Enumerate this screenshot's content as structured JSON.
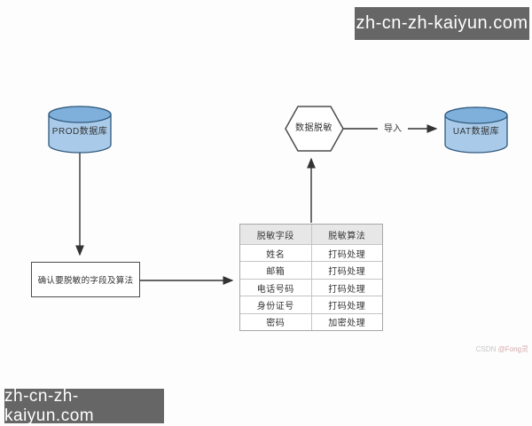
{
  "watermarks": {
    "top_right": "zh-cn-zh-kaiyun.com",
    "bottom_left": "zh-cn-zh-kaiyun.com",
    "credit_prefix": "CSDN ",
    "credit_user": "@Fong灵"
  },
  "nodes": {
    "prod_db_label": "PROD数据库",
    "masking_label": "数据脱敏",
    "uat_db_label": "UAT数据库",
    "confirm_label": "确认要脱敏的字段及算法"
  },
  "edges": {
    "import_label": "导入"
  },
  "table": {
    "headers": [
      "脱敏字段",
      "脱敏算法"
    ],
    "rows": [
      {
        "field": "姓名",
        "algorithm": "打码处理"
      },
      {
        "field": "邮箱",
        "algorithm": "打码处理"
      },
      {
        "field": "电话号码",
        "algorithm": "打码处理"
      },
      {
        "field": "身份证号",
        "algorithm": "打码处理"
      },
      {
        "field": "密码",
        "algorithm": "加密处理"
      }
    ]
  },
  "colors": {
    "cylinder_body": "#a9cbe9",
    "cylinder_top": "#7fb0dc",
    "cylinder_stroke": "#2f597c",
    "shape_stroke": "#4d4d4d",
    "arrow": "#333333",
    "table_header_bg": "#e7e7e7",
    "watermark_bg": "#666666"
  }
}
